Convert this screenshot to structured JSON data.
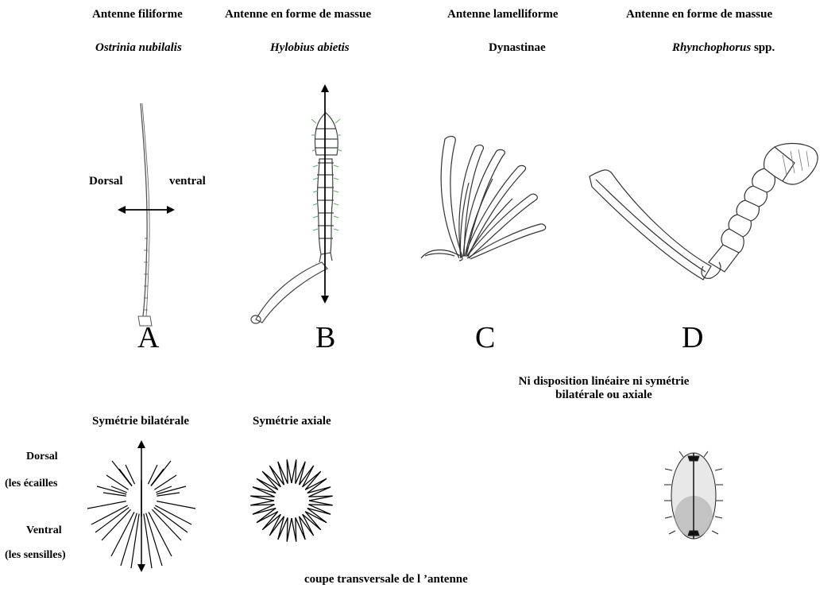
{
  "antennae": [
    {
      "type_label": "Antenne filiforme",
      "species": "Ostrinia nubilalis",
      "letter": "A"
    },
    {
      "type_label": "Antenne en forme de  massue",
      "species": "Hylobius abietis",
      "letter": "B"
    },
    {
      "type_label": "Antenne lamelliforme",
      "species": "Dynastinae",
      "letter": "C"
    },
    {
      "type_label": "Antenne en forme de  massue",
      "species_italic": "Rhynchophorus",
      "species_rest": " spp.",
      "letter": "D"
    }
  ],
  "orientation": {
    "dorsal": "Dorsal",
    "ventral": "ventral"
  },
  "sections": {
    "bilateral": {
      "title": "Symétrie bilatérale",
      "dorsal": "Dorsal",
      "dorsal_note": "(les écailles",
      "ventral": "Ventral",
      "ventral_note": "(les sensilles)"
    },
    "axial": {
      "title": "Symétrie axiale"
    },
    "none": {
      "title_line1": "Ni disposition linéaire ni symétrie",
      "title_line2": "bilatérale ou axiale"
    }
  },
  "caption": "coupe transversale de l ’antenne"
}
